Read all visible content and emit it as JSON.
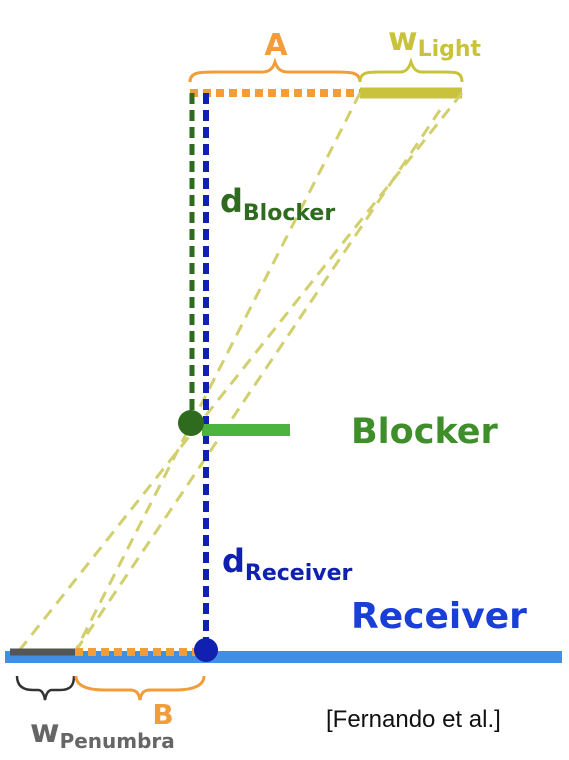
{
  "labels": {
    "a": "A",
    "w_light_main": "w",
    "w_light_sub": "Light",
    "d_blocker_main": "d",
    "d_blocker_sub": "Blocker",
    "blocker": "Blocker",
    "d_receiver_main": "d",
    "d_receiver_sub": "Receiver",
    "receiver": "Receiver",
    "b": "B",
    "w_penumbra_main": "w",
    "w_penumbra_sub": "Penumbra",
    "citation": "[Fernando et al.]"
  },
  "colors": {
    "orange": "#F29C3A",
    "light_yellow": "#C9C33C",
    "dashed_yellow": "#D2CF6E",
    "dark_green": "#2E6B1F",
    "mid_green": "#4BB43F",
    "blocker_text": "#3E8E2A",
    "dark_blue": "#1020B0",
    "receiver_blue": "#3E8FE8",
    "receiver_text": "#1A3FD6",
    "penumbra_gray": "#555555",
    "text_gray": "#666666"
  }
}
